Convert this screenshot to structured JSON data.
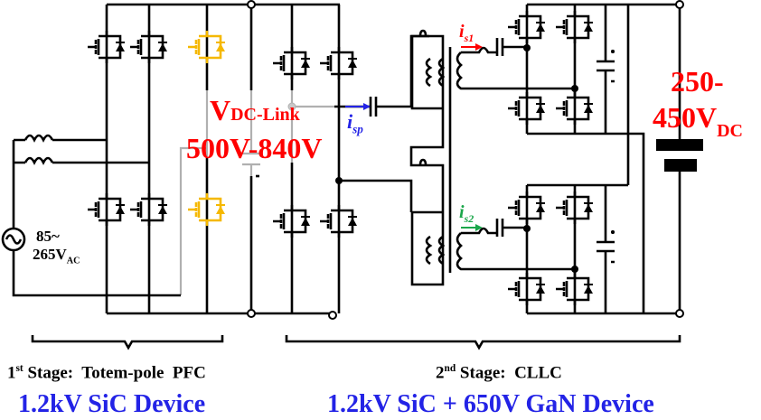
{
  "input_voltage": {
    "line1": "85~",
    "line2_main": "265V",
    "line2_sub": "AC"
  },
  "dc_link": {
    "symbol": "V",
    "subscript": "DC-Link",
    "range": "500V-840V"
  },
  "output_voltage": {
    "line1": "250-",
    "line2_main": "450V",
    "line2_sub": "DC"
  },
  "currents": {
    "isp": {
      "main": "i",
      "sub": "sp"
    },
    "is1": {
      "main": "i",
      "sub": "s1"
    },
    "is2": {
      "main": "i",
      "sub": "s2"
    }
  },
  "stage1": {
    "ordinal": "1",
    "ordinal_sup": "st",
    "label": " Stage:  Totem-pole  PFC",
    "device": "1.2kV SiC Device"
  },
  "stage2": {
    "ordinal": "2",
    "ordinal_sup": "nd",
    "label": " Stage:  CLLC",
    "device": "1.2kV SiC + 650V GaN Device"
  },
  "colors": {
    "sic_switch": "#000000",
    "gan_switch": "#f5b800",
    "highlight": "#ff0000",
    "device_text": "#2323e6",
    "is2": "#1aa64a"
  }
}
